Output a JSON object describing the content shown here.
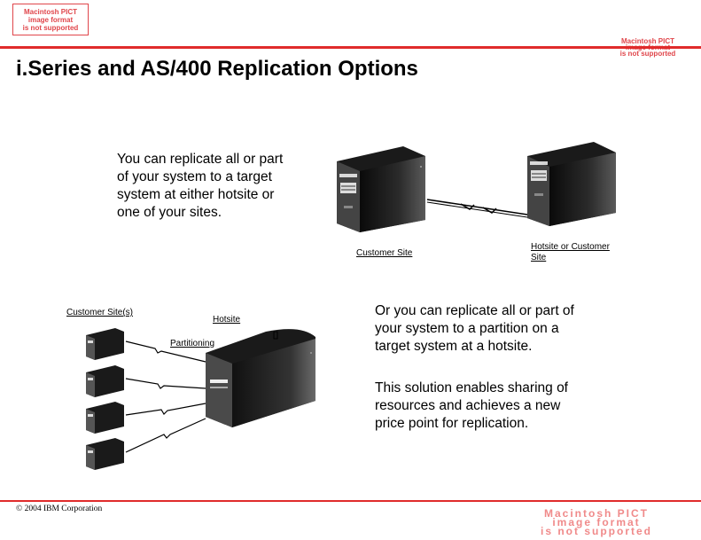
{
  "pict_placeholder": {
    "line1": "Macintosh PICT",
    "line2": "image format",
    "line3": "is not supported"
  },
  "slide": {
    "title": "i.Series and AS/400 Replication Options",
    "text_top": [
      "You can replicate all or part",
      "of your system to a target",
      "system at either hotsite or",
      "one of your sites."
    ],
    "label_customer_site": "Customer Site",
    "label_hotsite_or_customer": [
      "Hotsite or Customer",
      "Site"
    ],
    "label_customer_sites": "Customer Site(s)",
    "label_hotsite": "Hotsite",
    "label_partitioning": "Partitioning",
    "text_right_1": [
      "Or you can replicate all or part of",
      "your system to a partition on a",
      "target system at a hotsite."
    ],
    "text_right_2": [
      "This solution enables sharing of",
      "resources and achieves a new",
      "price point for replication."
    ],
    "footer": "© 2004 IBM Corporation"
  },
  "colors": {
    "accent_red": "#e02b2b",
    "pict_red": "#e0464b"
  }
}
